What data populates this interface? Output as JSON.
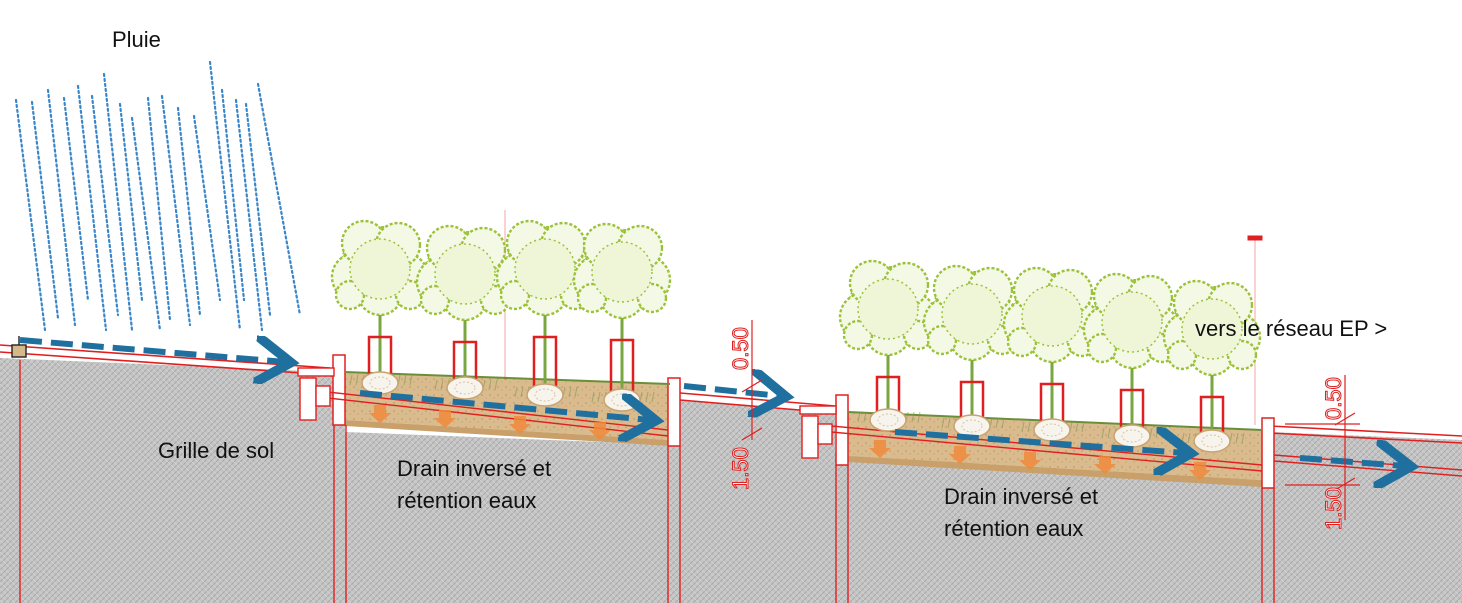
{
  "labels": {
    "rain": "Pluie",
    "floor_grate": "Grille de sol",
    "drain_1_line1": "Drain inversé et",
    "drain_1_line2": "rétention eaux",
    "drain_2_line1": "Drain inversé et",
    "drain_2_line2": "rétention eaux",
    "network": "vers le réseau EP >"
  },
  "dimensions": {
    "dim_a_top": "0.50",
    "dim_a_bottom": "1.50",
    "dim_b_top": "0.50",
    "dim_b_bottom": "1.50"
  },
  "colors": {
    "ground": "#c9c9c9",
    "soil": "#d8b98a",
    "section_line": "#e02020",
    "flow_arrow": "#1f6f9f",
    "infiltration_arrow": "#f08a3c",
    "tree_foliage": "#9cc23a",
    "rain": "#3a86c8"
  }
}
